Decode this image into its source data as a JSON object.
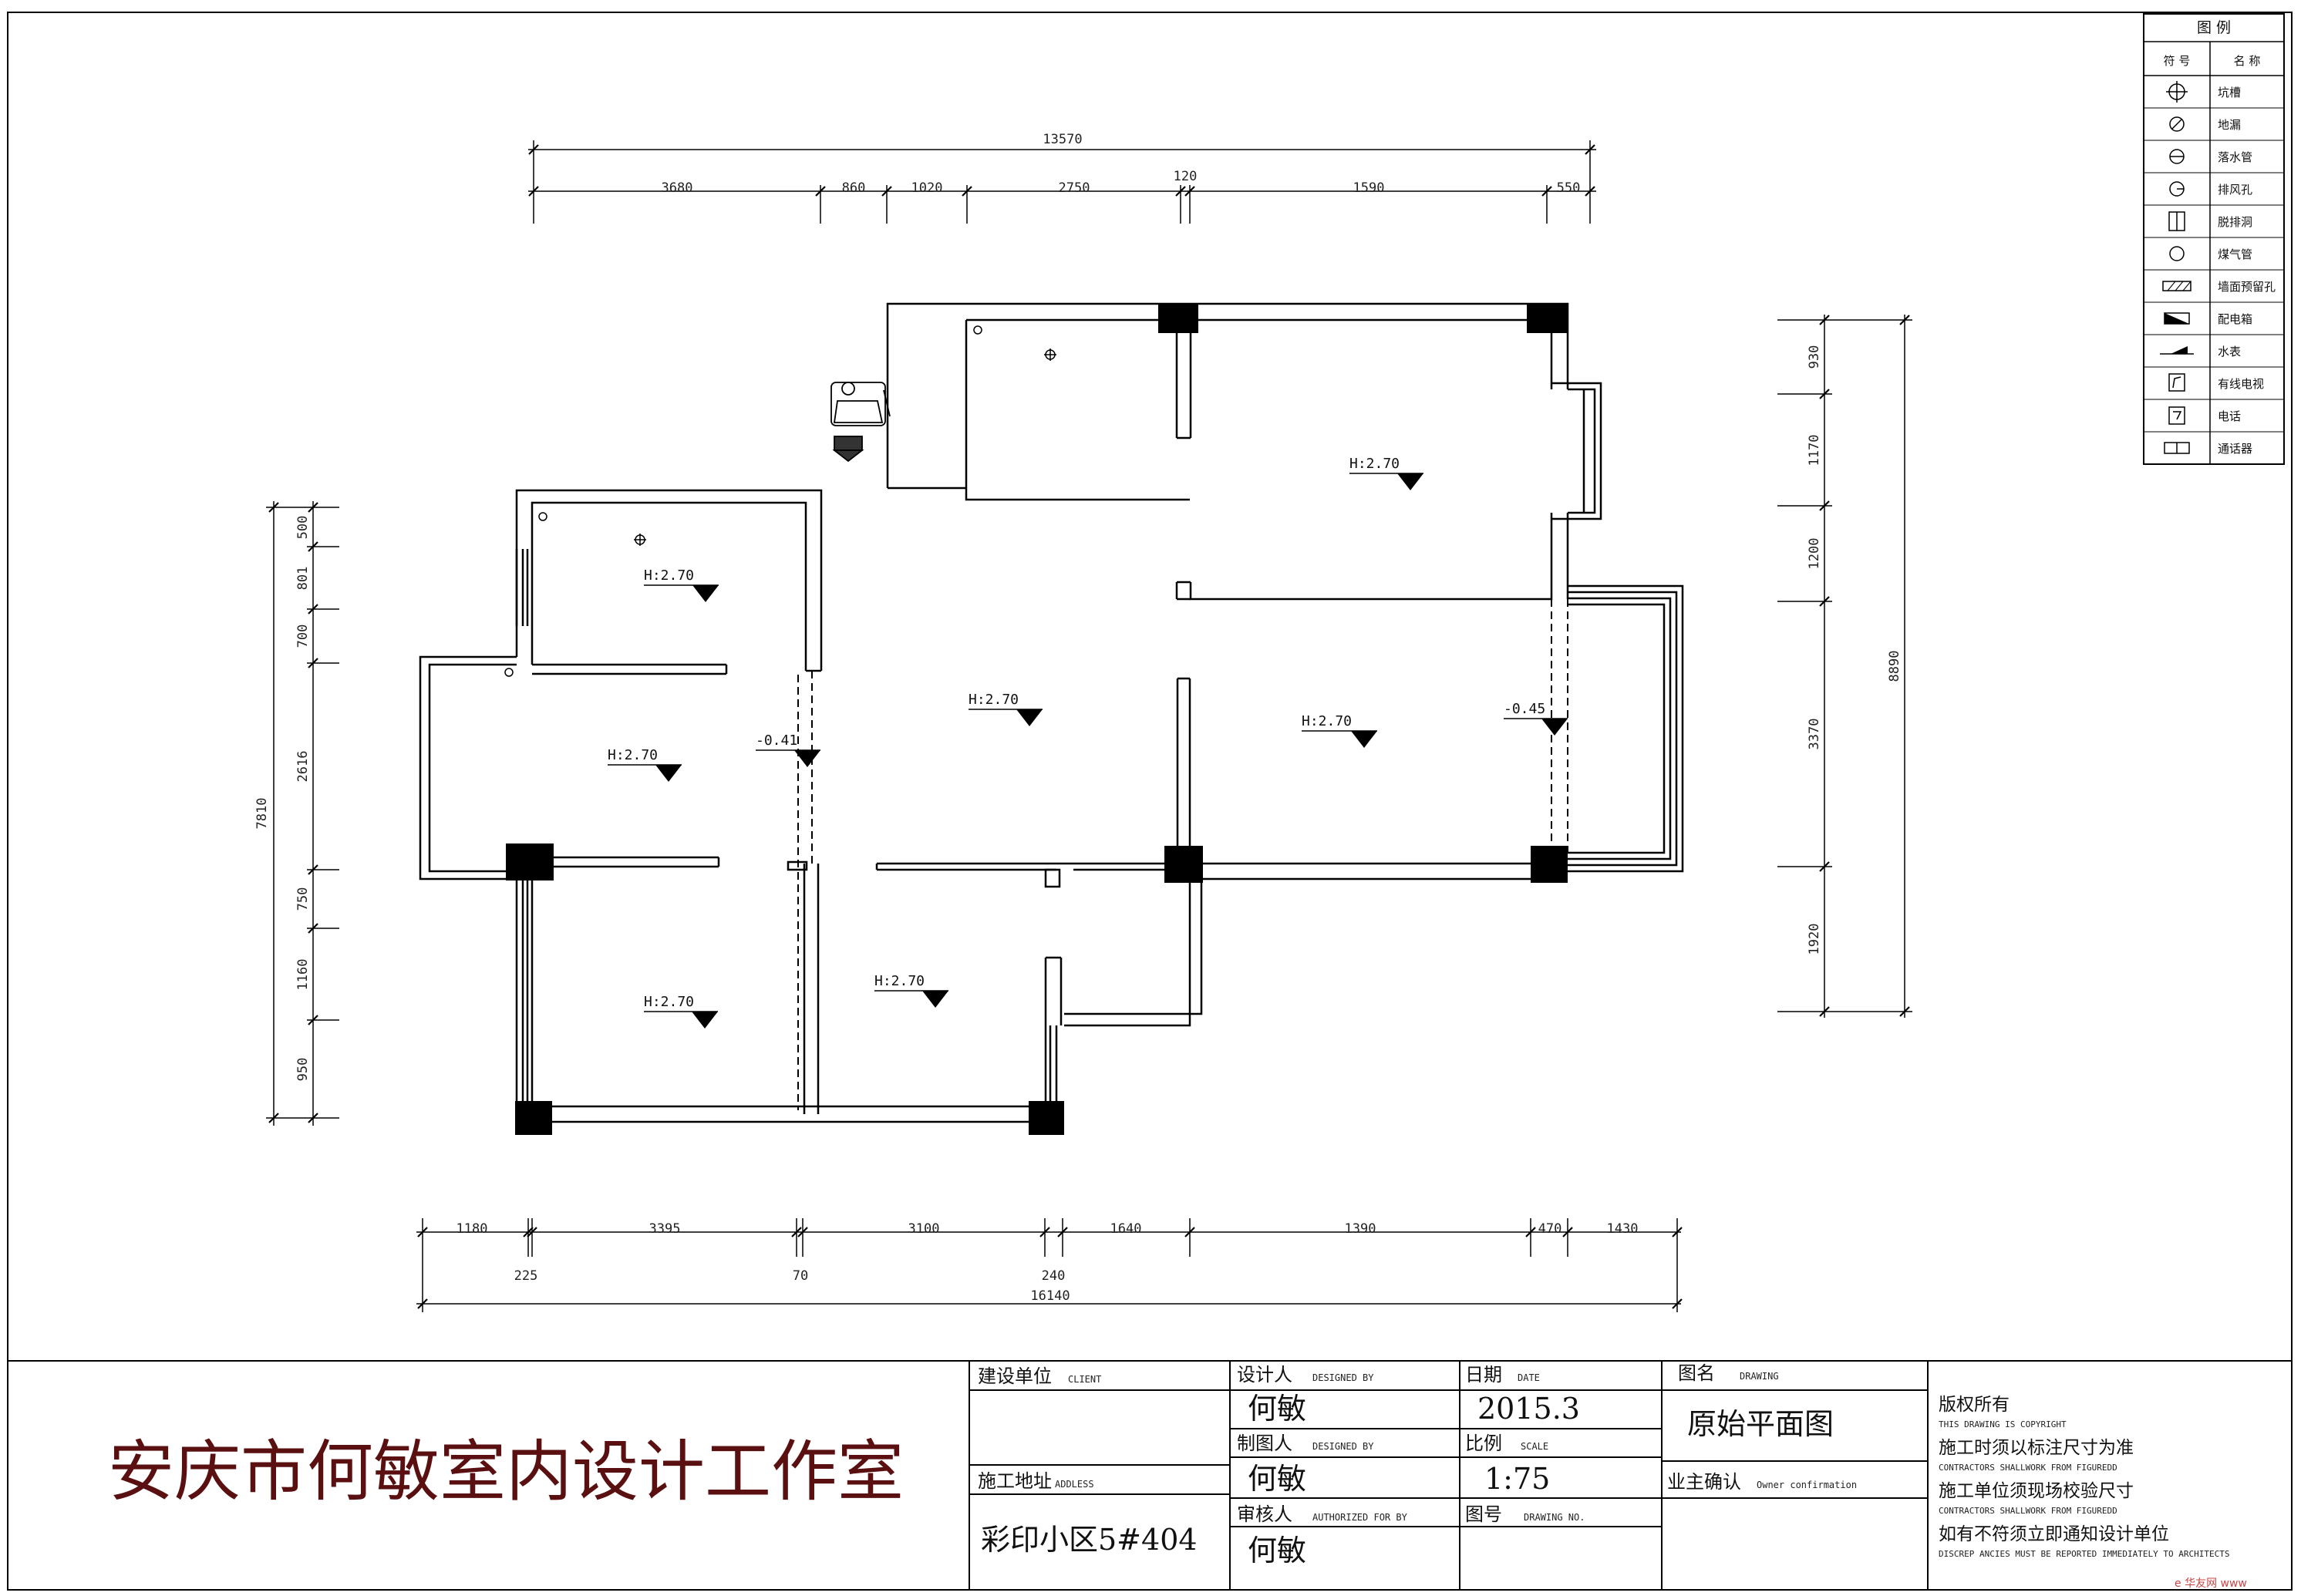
{
  "dimensions": {
    "top_total": "13570",
    "top": [
      "3680",
      "860",
      "1020",
      "2750",
      "120",
      "1590",
      "550"
    ],
    "left_total": "7810",
    "left": [
      "500",
      "801",
      "700",
      "2616",
      "750",
      "1160",
      "950"
    ],
    "right_total": "8890",
    "right": [
      "930",
      "1170",
      "1200",
      "3370",
      "1920"
    ],
    "bottom_total": "16140",
    "bottom_upper": [
      "1180",
      "3395",
      "3100",
      "1640",
      "1390",
      "470",
      "1430"
    ],
    "bottom_lower": [
      "225",
      "70",
      "240"
    ]
  },
  "rooms": {
    "heights": [
      "H:2.70",
      "H:2.70",
      "H:2.70",
      "H:2.70",
      "H:2.70",
      "H:2.70",
      "H:2.70"
    ],
    "levels": [
      "-0.41",
      "-0.45"
    ]
  },
  "legend": {
    "title": "图  例",
    "col_symbol": "符 号",
    "col_name": "名 称",
    "items": [
      {
        "icon": "pit-icon",
        "name": "坑槽"
      },
      {
        "icon": "floor-drain-icon",
        "name": "地漏"
      },
      {
        "icon": "drain-pipe-icon",
        "name": "落水管"
      },
      {
        "icon": "exhaust-hole-icon",
        "name": "排风孔"
      },
      {
        "icon": "smoke-flue-icon",
        "name": "脱排洞"
      },
      {
        "icon": "gas-pipe-icon",
        "name": "煤气管"
      },
      {
        "icon": "wall-opening-icon",
        "name": "墙面预留孔"
      },
      {
        "icon": "distribution-box-icon",
        "name": "配电箱"
      },
      {
        "icon": "water-meter-icon",
        "name": "水表"
      },
      {
        "icon": "cable-tv-icon",
        "name": "有线电视"
      },
      {
        "icon": "telephone-icon",
        "name": "电话"
      },
      {
        "icon": "intercom-icon",
        "name": "通话器"
      }
    ]
  },
  "title_block": {
    "studio": "安庆市何敏室内设计工作室",
    "client_label": "建设单位",
    "client_label_en": "CLIENT",
    "address_label": "施工地址",
    "address_label_en": "ADDLESS",
    "address_value": "彩印小区5#404",
    "designer_label": "设计人",
    "designer_label_en": "DESIGNED BY",
    "designer_value": "何敏",
    "drafter_label": "制图人",
    "drafter_label_en": "DESIGNED BY",
    "drafter_value": "何敏",
    "reviewer_label": "审核人",
    "reviewer_label_en": "AUTHORIZED FOR BY",
    "reviewer_value": "何敏",
    "date_label": "日期",
    "date_label_en": "DATE",
    "date_value": "2015.3",
    "scale_label": "比例",
    "scale_label_en": "SCALE",
    "scale_value": "1:75",
    "drawing_no_label": "图号",
    "drawing_no_label_en": "DRAWING NO.",
    "drawing_label": "图名",
    "drawing_label_en": "DRAWING",
    "drawing_value": "原始平面图",
    "owner_label": "业主确认",
    "owner_label_en": "Owner  confirmation",
    "copyright": [
      {
        "text": "版权所有",
        "style": "big"
      },
      {
        "text": "THIS DRAWING IS COPYRIGHT",
        "style": "small"
      },
      {
        "text": "施工时须以标注尺寸为准",
        "style": "big"
      },
      {
        "text": "CONTRACTORS SHALLWORK FROM FIGUREDD",
        "style": "small"
      },
      {
        "text": "施工单位须现场校验尺寸",
        "style": "big"
      },
      {
        "text": "CONTRACTORS SHALLWORK FROM FIGUREDD",
        "style": "small"
      },
      {
        "text": "如有不符须立即通知设计单位",
        "style": "big"
      },
      {
        "text": "DISCREP ANCIES MUST BE REPORTED IMMEDIATELY TO ARCHITECTS",
        "style": "small"
      }
    ]
  },
  "watermark": "e 华友网 www"
}
